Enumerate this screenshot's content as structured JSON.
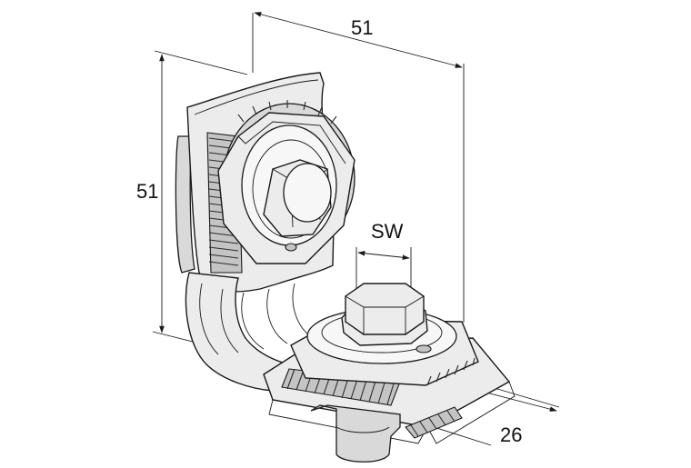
{
  "dimensions": {
    "top_width": "51",
    "left_height": "51",
    "wrench_size": "SW",
    "rail_width": "26"
  }
}
